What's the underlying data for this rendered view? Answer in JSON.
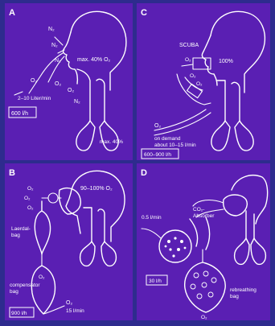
{
  "colors": {
    "background": "#2e2b8e",
    "panel": "#5a1fb3",
    "line": "#ffffff"
  },
  "panels": {
    "a": {
      "letter": "A",
      "labels": {
        "n2_top": "N₂",
        "n2_mid": "N₂",
        "n2_nose": "N₂",
        "o2_a": "O₂",
        "o2_b": "O₂",
        "o2_c": "O₂",
        "n2_bottom": "N₂",
        "flow": "2–10 Liter/min",
        "max_o2": "max. 40% O₂",
        "lung_pct": "max. 40%"
      },
      "box": "600 l/h"
    },
    "b": {
      "letter": "B",
      "labels": {
        "o2_a": "O₂",
        "o2_b": "O₂",
        "o2_c": "O₂",
        "pct": "90–100% O₂",
        "laerdal": "Laerdal-",
        "bag": "bag",
        "compensator": "compensator",
        "bag2": "bag",
        "o2_bag": "O₂",
        "o2_in": "O₂",
        "flow": "15 l/min"
      },
      "box": "900 l/h"
    },
    "c": {
      "letter": "C",
      "labels": {
        "scuba": "SCUBA",
        "pct": "100%",
        "o2_a": "O₂",
        "o2_b": "O₂",
        "o2_c": "O₂",
        "o2_in": "O₂",
        "demand": "on demand",
        "about": "about 10–15 l/min"
      },
      "box": "600–900 l/h"
    },
    "d": {
      "letter": "D",
      "labels": {
        "flow": "0.5 l/min",
        "co2": "CO₂-",
        "absorber": "Absorber",
        "rebreathing": "rebreathing",
        "bag": "bag",
        "o2": "O₂"
      },
      "box": "30 l/h"
    }
  }
}
